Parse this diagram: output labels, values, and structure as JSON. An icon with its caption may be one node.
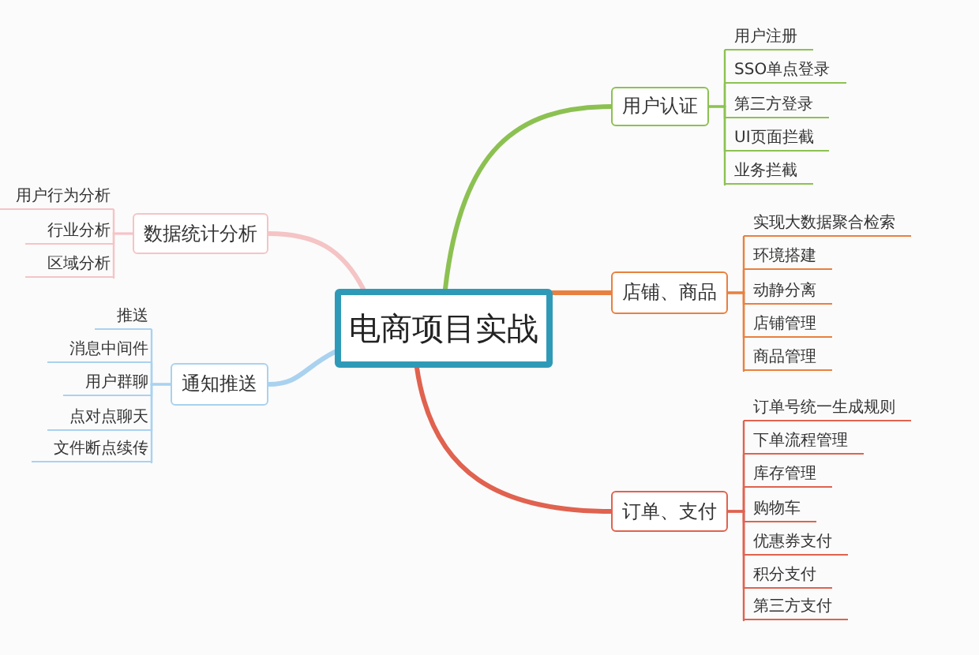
{
  "diagram": {
    "nodes": [
      {
        "text": [
          "电商项目实战"
        ]
      },
      {
        "text": [
          "用户认证"
        ]
      },
      {
        "text": [
          "用户注册"
        ]
      },
      {
        "text": [
          "SSO单点登录"
        ]
      },
      {
        "text": [
          "第三方登录"
        ]
      },
      {
        "text": [
          "UI页面拦截"
        ]
      },
      {
        "text": [
          "业务拦截"
        ]
      },
      {
        "text": [
          "店铺、商品"
        ]
      },
      {
        "text": [
          "实现大数据聚合检索"
        ]
      },
      {
        "text": [
          "环境搭建"
        ]
      },
      {
        "text": [
          "动静分离"
        ]
      },
      {
        "text": [
          "店铺管理"
        ]
      },
      {
        "text": [
          "商品管理"
        ]
      },
      {
        "text": [
          "订单、支付"
        ]
      },
      {
        "text": [
          "订单号统一生成规则"
        ]
      },
      {
        "text": [
          "下单流程管理"
        ]
      },
      {
        "text": [
          "库存管理"
        ]
      },
      {
        "text": [
          "购物车"
        ]
      },
      {
        "text": [
          "优惠券支付"
        ]
      },
      {
        "text": [
          "积分支付"
        ]
      },
      {
        "text": [
          "第三方支付"
        ]
      },
      {
        "text": [
          "数据统计分析"
        ]
      },
      {
        "text": [
          "用户行为分析"
        ]
      },
      {
        "text": [
          "行业分析"
        ]
      },
      {
        "text": [
          "区域分析"
        ]
      },
      {
        "text": [
          "通知推送"
        ]
      },
      {
        "text": [
          "推送"
        ]
      },
      {
        "text": [
          "消息中间件"
        ]
      },
      {
        "text": [
          "用户群聊"
        ]
      },
      {
        "text": [
          "点对点聊天"
        ]
      },
      {
        "text": [
          "文件断点续传"
        ]
      }
    ],
    "edges": [
      {
        "from": 0,
        "to": 1,
        "arrow": "none",
        "style": "thick",
        "color": "#8cc152"
      },
      {
        "from": 1,
        "to": 2,
        "arrow": "none",
        "color": "#8cc152"
      },
      {
        "from": 1,
        "to": 3,
        "arrow": "none",
        "color": "#8cc152"
      },
      {
        "from": 1,
        "to": 4,
        "arrow": "none",
        "color": "#8cc152"
      },
      {
        "from": 1,
        "to": 5,
        "arrow": "none",
        "color": "#8cc152"
      },
      {
        "from": 1,
        "to": 6,
        "arrow": "none",
        "color": "#8cc152"
      },
      {
        "from": 0,
        "to": 7,
        "arrow": "none",
        "style": "thick",
        "color": "#e9803f"
      },
      {
        "from": 7,
        "to": 8,
        "arrow": "none",
        "color": "#e9803f"
      },
      {
        "from": 7,
        "to": 9,
        "arrow": "none",
        "color": "#e9803f"
      },
      {
        "from": 7,
        "to": 10,
        "arrow": "none",
        "color": "#e9803f"
      },
      {
        "from": 7,
        "to": 11,
        "arrow": "none",
        "color": "#e9803f"
      },
      {
        "from": 7,
        "to": 12,
        "arrow": "none",
        "color": "#e9803f"
      },
      {
        "from": 0,
        "to": 13,
        "arrow": "none",
        "style": "thick",
        "color": "#e0624f"
      },
      {
        "from": 13,
        "to": 14,
        "arrow": "none",
        "color": "#e0624f"
      },
      {
        "from": 13,
        "to": 15,
        "arrow": "none",
        "color": "#e0624f"
      },
      {
        "from": 13,
        "to": 16,
        "arrow": "none",
        "color": "#e0624f"
      },
      {
        "from": 13,
        "to": 17,
        "arrow": "none",
        "color": "#e0624f"
      },
      {
        "from": 13,
        "to": 18,
        "arrow": "none",
        "color": "#e0624f"
      },
      {
        "from": 13,
        "to": 19,
        "arrow": "none",
        "color": "#e0624f"
      },
      {
        "from": 13,
        "to": 20,
        "arrow": "none",
        "color": "#e0624f"
      },
      {
        "from": 0,
        "to": 21,
        "arrow": "none",
        "style": "thick",
        "color": "#f5c4c5"
      },
      {
        "from": 21,
        "to": 22,
        "arrow": "none",
        "color": "#f5c4c5"
      },
      {
        "from": 21,
        "to": 23,
        "arrow": "none",
        "color": "#f5c4c5"
      },
      {
        "from": 21,
        "to": 24,
        "arrow": "none",
        "color": "#f5c4c5"
      },
      {
        "from": 0,
        "to": 25,
        "arrow": "none",
        "style": "thick",
        "color": "#a9d2ef"
      },
      {
        "from": 25,
        "to": 26,
        "arrow": "none",
        "color": "#a9d2ef"
      },
      {
        "from": 25,
        "to": 27,
        "arrow": "none",
        "color": "#a9d2ef"
      },
      {
        "from": 25,
        "to": 28,
        "arrow": "none",
        "color": "#a9d2ef"
      },
      {
        "from": 25,
        "to": 29,
        "arrow": "none",
        "color": "#a9d2ef"
      },
      {
        "from": 25,
        "to": 30,
        "arrow": "none",
        "color": "#a9d2ef"
      }
    ]
  }
}
